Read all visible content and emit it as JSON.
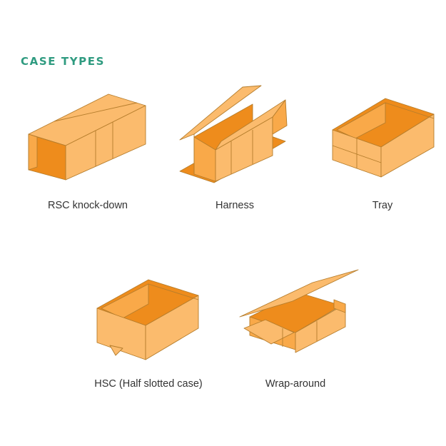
{
  "heading": "CASE TYPES",
  "case_types": [
    {
      "label": "RSC knock-down",
      "icon": "rsc-knock-down-box-icon"
    },
    {
      "label": "Harness",
      "icon": "harness-box-icon"
    },
    {
      "label": "Tray",
      "icon": "tray-box-icon"
    },
    {
      "label": "HSC (Half slotted case)",
      "icon": "hsc-box-icon"
    },
    {
      "label": "Wrap-around",
      "icon": "wrap-around-box-icon"
    }
  ],
  "colors": {
    "heading": "#2f9b80",
    "box_light": "#fbbb6d",
    "box_mid": "#f9a949",
    "box_dark": "#ee8c1c",
    "box_edge": "#b57d2c",
    "caption_text": "#333333"
  }
}
